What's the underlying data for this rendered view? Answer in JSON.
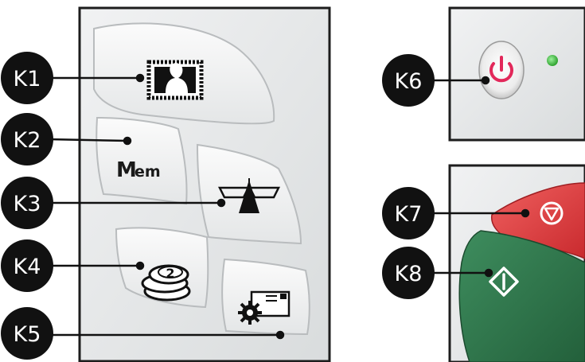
{
  "callouts": [
    {
      "id": "K1",
      "label": "K1",
      "target": "stamp-key"
    },
    {
      "id": "K2",
      "label": "K2",
      "target": "memory-key"
    },
    {
      "id": "K3",
      "label": "K3",
      "target": "scale-key"
    },
    {
      "id": "K4",
      "label": "K4",
      "target": "coins-key"
    },
    {
      "id": "K5",
      "label": "K5",
      "target": "settings-key"
    },
    {
      "id": "K6",
      "label": "K6",
      "target": "power-button"
    },
    {
      "id": "K7",
      "label": "K7",
      "target": "stop-button"
    },
    {
      "id": "K8",
      "label": "K8",
      "target": "start-button"
    }
  ],
  "keys": {
    "memory_prefix": "M",
    "memory_suffix": "em",
    "coin_value": "2"
  },
  "icons": {
    "stamp": "stamp-portrait-icon",
    "memory": "mem-text-icon",
    "scale": "balance-scale-icon",
    "coins": "coin-stack-icon",
    "settings": "gear-envelope-icon",
    "power": "power-icon",
    "stop": "stop-icon",
    "start": "start-diamond-icon"
  },
  "colors": {
    "callout_bg": "#111111",
    "callout_text": "#ffffff",
    "panel_bg": "#e9ebec",
    "key_face": "#f2f3f3",
    "stop_red": "#e23a3c",
    "start_green": "#2f7a4e",
    "power_pink": "#e2285a",
    "led_green": "#3fc23f"
  }
}
